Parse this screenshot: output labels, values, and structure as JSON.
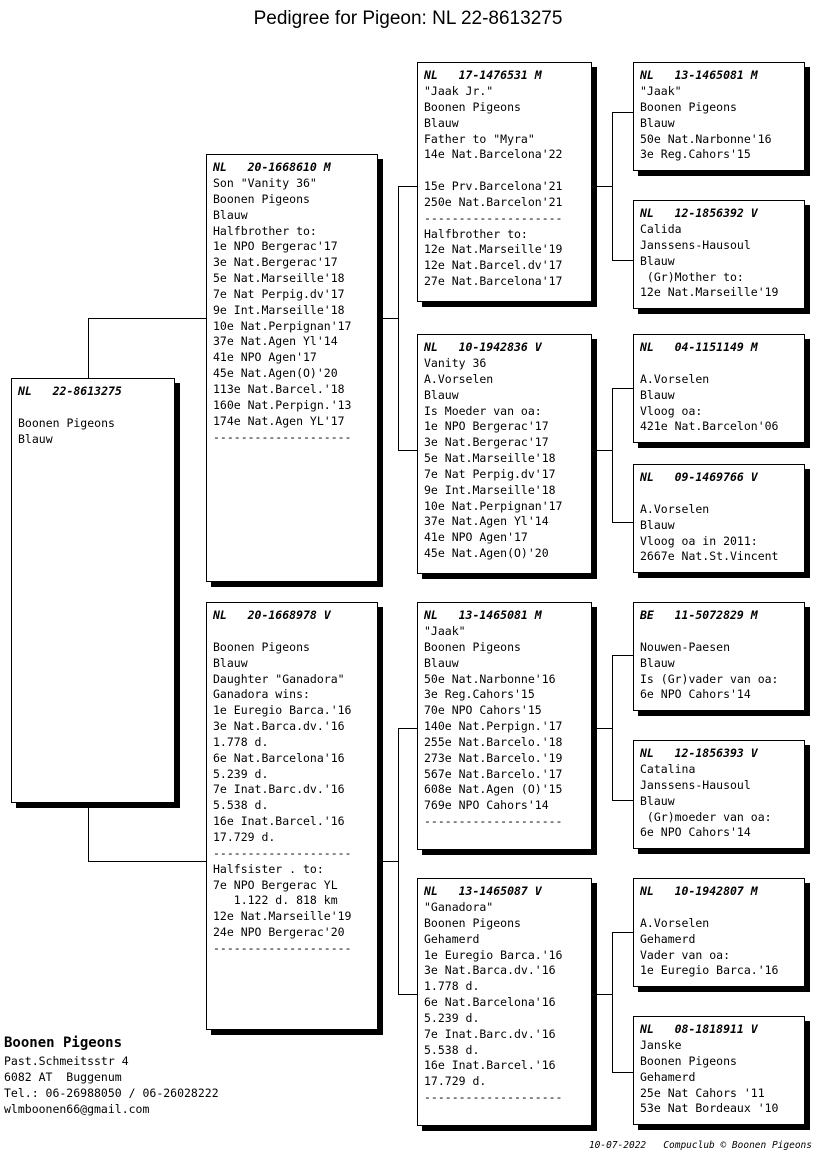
{
  "document": {
    "title": "Pedigree for Pigeon: NL  22-8613275"
  },
  "boxes": {
    "root": {
      "header": "NL   22-8613275",
      "lines": [
        "",
        "Boonen Pigeons",
        "Blauw"
      ]
    },
    "gen1_sire": {
      "header": "NL   20-1668610 M",
      "lines": [
        "Son \"Vanity 36\"",
        "Boonen Pigeons",
        "Blauw",
        "Halfbrother to:",
        "1e NPO Bergerac'17",
        "3e Nat.Bergerac'17",
        "5e Nat.Marseille'18",
        "7e Nat Perpig.dv'17",
        "9e Int.Marseille'18",
        "10e Nat.Perpignan'17",
        "37e Nat.Agen Yl'14",
        "41e NPO Agen'17",
        "45e Nat.Agen(O)'20",
        "113e Nat.Barcel.'18",
        "160e Nat.Perpign.'13",
        "174e Nat.Agen YL'17",
        "--------------------"
      ]
    },
    "gen1_dam": {
      "header": "NL   20-1668978 V",
      "lines": [
        "",
        "Boonen Pigeons",
        "Blauw",
        "Daughter \"Ganadora\"",
        "Ganadora wins:",
        "1e Euregio Barca.'16",
        "3e Nat.Barca.dv.'16",
        "1.778 d.",
        "6e Nat.Barcelona'16",
        "5.239 d.",
        "7e Inat.Barc.dv.'16",
        "5.538 d.",
        "16e Inat.Barcel.'16",
        "17.729 d.",
        "--------------------",
        "Halfsister . to:",
        "7e NPO Bergerac YL",
        "   1.122 d. 818 km",
        "12e Nat.Marseille'19",
        "24e NPO Bergerac'20",
        "--------------------"
      ]
    },
    "gen2_ss": {
      "header": "NL   17-1476531 M",
      "lines": [
        "\"Jaak Jr.\"",
        "Boonen Pigeons",
        "Blauw",
        "Father to \"Myra\"",
        "14e Nat.Barcelona'22",
        "",
        "15e Prv.Barcelona'21",
        "250e Nat.Barcelon'21",
        "--------------------",
        "Halfbrother to:",
        "12e Nat.Marseille'19",
        "12e Nat.Barcel.dv'17",
        "27e Nat.Barcelona'17"
      ]
    },
    "gen2_sd": {
      "header": "NL   10-1942836 V",
      "lines": [
        "Vanity 36",
        "A.Vorselen",
        "Blauw",
        "Is Moeder van oa:",
        "1e NPO Bergerac'17",
        "3e Nat.Bergerac'17",
        "5e Nat.Marseille'18",
        "7e Nat Perpig.dv'17",
        "9e Int.Marseille'18",
        "10e Nat.Perpignan'17",
        "37e Nat.Agen Yl'14",
        "41e NPO Agen'17",
        "45e Nat.Agen(O)'20"
      ]
    },
    "gen2_ds": {
      "header": "NL   13-1465081 M",
      "lines": [
        "\"Jaak\"",
        "Boonen Pigeons",
        "Blauw",
        "50e Nat.Narbonne'16",
        "3e Reg.Cahors'15",
        "70e NPO Cahors'15",
        "140e Nat.Perpign.'17",
        "255e Nat.Barcelo.'18",
        "273e Nat.Barcelo.'19",
        "567e Nat.Barcelo.'17",
        "608e Nat.Agen (O)'15",
        "769e NPO Cahors'14",
        "--------------------"
      ]
    },
    "gen2_dd": {
      "header": "NL   13-1465087 V",
      "lines": [
        "\"Ganadora\"",
        "Boonen Pigeons",
        "Gehamerd",
        "1e Euregio Barca.'16",
        "3e Nat.Barca.dv.'16",
        "1.778 d.",
        "6e Nat.Barcelona'16",
        "5.239 d.",
        "7e Inat.Barc.dv.'16",
        "5.538 d.",
        "16e Inat.Barcel.'16",
        "17.729 d.",
        "--------------------"
      ]
    },
    "gen3_sss": {
      "header": "NL   13-1465081 M",
      "lines": [
        "\"Jaak\"",
        "Boonen Pigeons",
        "Blauw",
        "50e Nat.Narbonne'16",
        "3e Reg.Cahors'15"
      ]
    },
    "gen3_ssd": {
      "header": "NL   12-1856392 V",
      "lines": [
        "Calida",
        "Janssens-Hausoul",
        "Blauw",
        " (Gr)Mother to:",
        "12e Nat.Marseille'19"
      ]
    },
    "gen3_sds": {
      "header": "NL   04-1151149 M",
      "lines": [
        "",
        "A.Vorselen",
        "Blauw",
        "Vloog oa:",
        "421e Nat.Barcelon'06"
      ]
    },
    "gen3_sdd": {
      "header": "NL   09-1469766 V",
      "lines": [
        "",
        "A.Vorselen",
        "Blauw",
        "Vloog oa in 2011:",
        "2667e Nat.St.Vincent"
      ]
    },
    "gen3_dss": {
      "header": "BE   11-5072829 M",
      "lines": [
        "",
        "Nouwen-Paesen",
        "Blauw",
        "Is (Gr)vader van oa:",
        "6e NPO Cahors'14"
      ]
    },
    "gen3_dsd": {
      "header": "NL   12-1856393 V",
      "lines": [
        "Catalina",
        "Janssens-Hausoul",
        "Blauw",
        " (Gr)moeder van oa:",
        "6e NPO Cahors'14"
      ]
    },
    "gen3_dds": {
      "header": "NL   10-1942807 M",
      "lines": [
        "",
        "A.Vorselen",
        "Gehamerd",
        "Vader van oa:",
        "1e Euregio Barca.'16"
      ]
    },
    "gen3_ddd": {
      "header": "NL   08-1818911 V",
      "lines": [
        "Janske",
        "Boonen Pigeons",
        "Gehamerd",
        "25e Nat Cahors '11",
        "53e Nat Bordeaux '10"
      ]
    }
  },
  "footer": {
    "loft_name": "Boonen Pigeons",
    "address": "Past.Schmeitsstr 4",
    "city": "6082 AT  Buggenum",
    "phone": "Tel.: 06-26988050 / 06-26028222",
    "email": "wlmboonen66@gmail.com",
    "credit": "10-07-2022   Compuclub © Boonen Pigeons"
  }
}
